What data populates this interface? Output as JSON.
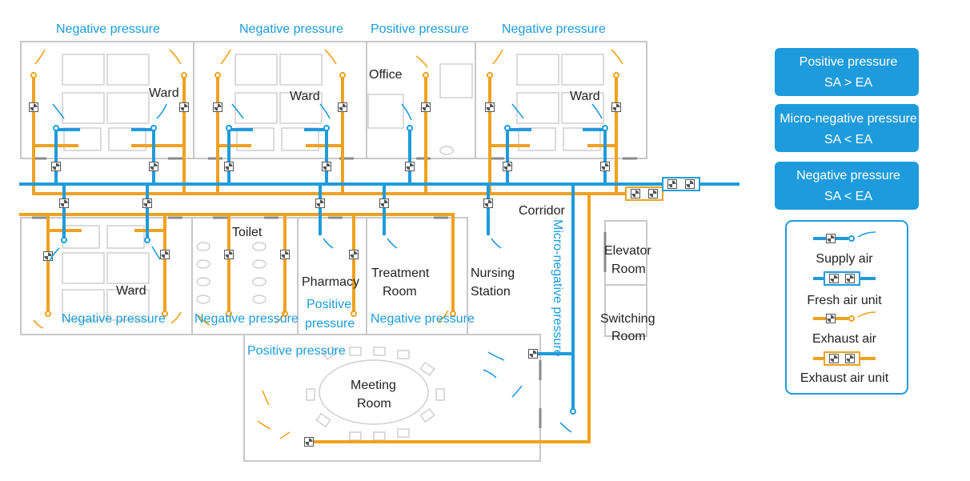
{
  "colors": {
    "supply": "#1e9bdc",
    "exhaust": "#f0a11e",
    "wall": "#c8c8c8",
    "door": "#8a8a8a",
    "legend_box": "#1e9bdc"
  },
  "pressure_labels": {
    "top_ward1": "Negative pressure",
    "top_ward2": "Negative pressure",
    "top_office": "Positive pressure",
    "top_ward3": "Negative pressure",
    "bottom_ward": "Negative pressure",
    "toilet": "Negative pressure",
    "pharmacy_1": "Positive",
    "pharmacy_2": "pressure",
    "treatment": "Negative pressure",
    "meeting": "Positive pressure",
    "corridor": "Micro-negative pressure"
  },
  "rooms": {
    "ward_top_1": "Ward",
    "ward_top_2": "Ward",
    "office": "Office",
    "ward_top_3": "Ward",
    "ward_bottom": "Ward",
    "toilet": "Toilet",
    "pharmacy": "Pharmacy",
    "treatment_1": "Treatment",
    "treatment_2": "Room",
    "nursing_1": "Nursing",
    "nursing_2": "Station",
    "corridor": "Corridor",
    "elevator_1": "Elevator",
    "elevator_2": "Room",
    "switching_1": "Switching",
    "switching_2": "Room",
    "meeting_1": "Meeting",
    "meeting_2": "Room"
  },
  "legend": {
    "positive": {
      "title": "Positive pressure",
      "formula": "SA > EA"
    },
    "micro_negative": {
      "title": "Micro-negative pressure",
      "formula": "SA < EA"
    },
    "negative": {
      "title": "Negative pressure",
      "formula": "SA < EA"
    },
    "supply_air": "Supply air",
    "fresh_air_unit": "Fresh air unit",
    "exhaust_air": "Exhaust air",
    "exhaust_air_unit": "Exhaust air unit"
  }
}
